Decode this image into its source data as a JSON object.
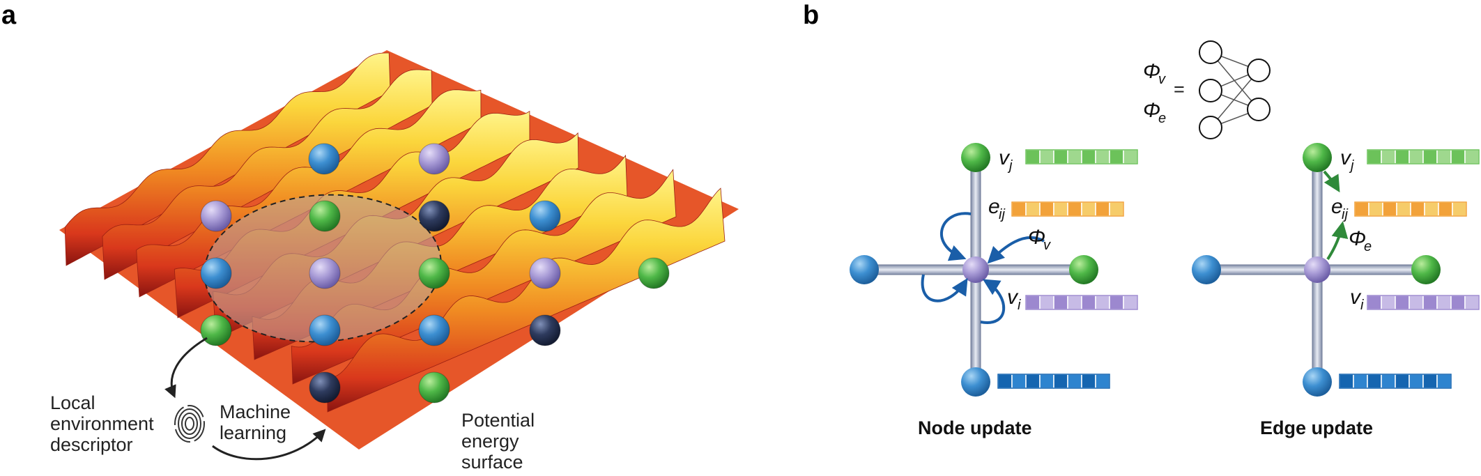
{
  "panel_a": {
    "letter": "a",
    "label_descriptor": [
      "Local",
      "environment",
      "descriptor"
    ],
    "label_ml": [
      "Machine",
      "learning"
    ],
    "label_pes": [
      "Potential",
      "energy",
      "surface"
    ],
    "icons": [
      "fingerprint-icon"
    ]
  },
  "panel_b": {
    "letter": "b",
    "phi_main": "Φ",
    "phi_v_sub": "v",
    "phi_e_sub": "e",
    "equals": "=",
    "v_main": "v",
    "e_main": "e",
    "sub_j": "j",
    "sub_i": "i",
    "sub_ij": "ij",
    "sub_v": "v",
    "sub_e": "e",
    "node_update_title": "Node update",
    "edge_update_title": "Edge update"
  },
  "colors": {
    "blue_atom": "#3d8fd1",
    "purple_atom": "#a89bd6",
    "green_atom": "#4fb848",
    "navy_atom": "#2e3b5e",
    "node_update_arrow": "#1a5ea8",
    "edge_update_arrow": "#2f8a3a",
    "vj_bar": "#6cc25a",
    "eij_bar": "#f2a23a",
    "vi_bar": "#9c88cf",
    "blue_bar": "#1565b0"
  }
}
